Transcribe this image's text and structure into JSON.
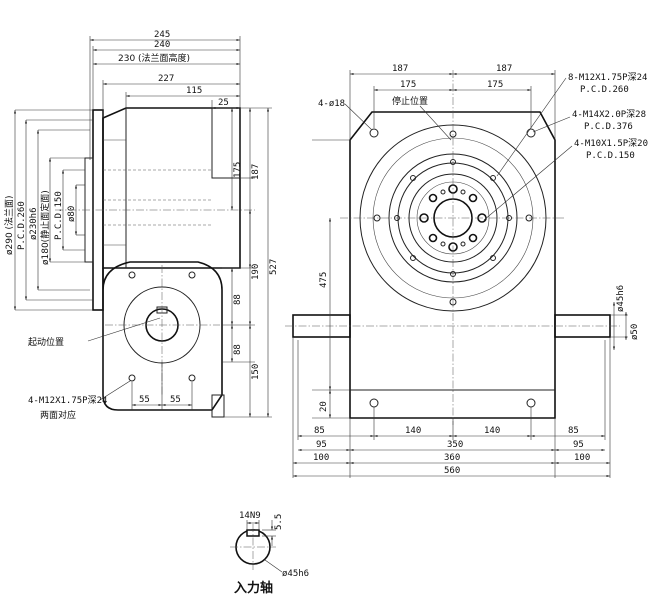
{
  "side_view": {
    "top_dims": [
      "245",
      "240",
      "230 (法兰面高度)",
      "227",
      "115",
      "25"
    ],
    "right_dims": [
      "175",
      "187",
      "527",
      "190",
      "88",
      "88",
      "150"
    ],
    "left_dims": [
      "ø290 (法兰面)",
      "P.C.D.260",
      "ø230h6",
      "ø180(静止面定面)",
      "P.C.D.150",
      "ø80"
    ],
    "bottom_dims": [
      "55",
      "55"
    ],
    "labels": {
      "drive_pos": "起动位置",
      "tap_note": "4-M12X1.75P深24",
      "tap_note2": "两面对应"
    }
  },
  "front_view": {
    "top_dims": [
      "187",
      "187",
      "175",
      "175"
    ],
    "hole_note": "4-ø18",
    "stop_pos": "停止位置",
    "callouts": [
      {
        "line1": "8-M12X1.75P深24",
        "line2": "P.C.D.260"
      },
      {
        "line1": "4-M14X2.0P深28",
        "line2": "P.C.D.376"
      },
      {
        "line1": "4-M10X1.5P深20",
        "line2": "P.C.D.150"
      }
    ],
    "left_dims": [
      "475",
      "20"
    ],
    "right_dims": [
      "ø45h6",
      "ø50"
    ],
    "bottom_dims": [
      "85",
      "140",
      "140",
      "85",
      "95",
      "350",
      "95",
      "100",
      "360",
      "100",
      "560"
    ]
  },
  "shaft_detail": {
    "dims": [
      "14N9",
      "5.5",
      "ø45h6"
    ],
    "title": "入力轴"
  }
}
